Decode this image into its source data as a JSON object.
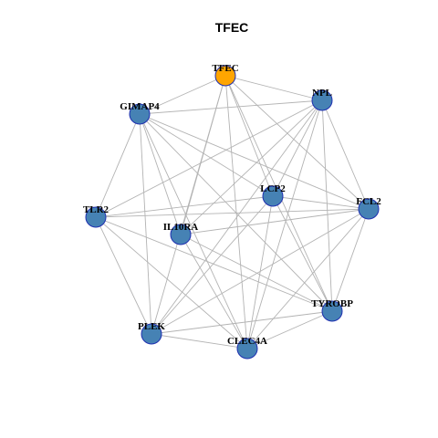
{
  "title": "TFEC",
  "colors": {
    "highlight_node": "#FFA500",
    "default_node": "#4682B4",
    "node_border": "#1F2FB0",
    "edge": "#B3B3B3"
  },
  "network": {
    "nodes": [
      {
        "id": "TFEC",
        "label": "TFEC",
        "highlight": true
      },
      {
        "id": "NPL",
        "label": "NPL",
        "highlight": false
      },
      {
        "id": "GIMAP4",
        "label": "GIMAP4",
        "highlight": false
      },
      {
        "id": "LCP2",
        "label": "LCP2",
        "highlight": false
      },
      {
        "id": "FCL2",
        "label": "FCL2",
        "highlight": false
      },
      {
        "id": "TLR2",
        "label": "TLR2",
        "highlight": false
      },
      {
        "id": "IL10RA",
        "label": "IL10RA",
        "highlight": false
      },
      {
        "id": "TYROBP",
        "label": "TYROBP",
        "highlight": false
      },
      {
        "id": "PLEK",
        "label": "PLEK",
        "highlight": false
      },
      {
        "id": "CLEC4A",
        "label": "CLEC4A",
        "highlight": false
      }
    ],
    "edges": [
      [
        "TFEC",
        "GIMAP4"
      ],
      [
        "TFEC",
        "NPL"
      ],
      [
        "TFEC",
        "LCP2"
      ],
      [
        "TFEC",
        "FCL2"
      ],
      [
        "TFEC",
        "IL10RA"
      ],
      [
        "TFEC",
        "TYROBP"
      ],
      [
        "TFEC",
        "PLEK"
      ],
      [
        "TFEC",
        "CLEC4A"
      ],
      [
        "GIMAP4",
        "NPL"
      ],
      [
        "GIMAP4",
        "TLR2"
      ],
      [
        "GIMAP4",
        "LCP2"
      ],
      [
        "GIMAP4",
        "FCL2"
      ],
      [
        "GIMAP4",
        "IL10RA"
      ],
      [
        "GIMAP4",
        "TYROBP"
      ],
      [
        "GIMAP4",
        "PLEK"
      ],
      [
        "GIMAP4",
        "CLEC4A"
      ],
      [
        "NPL",
        "TLR2"
      ],
      [
        "NPL",
        "LCP2"
      ],
      [
        "NPL",
        "FCL2"
      ],
      [
        "NPL",
        "IL10RA"
      ],
      [
        "NPL",
        "TYROBP"
      ],
      [
        "NPL",
        "PLEK"
      ],
      [
        "NPL",
        "CLEC4A"
      ],
      [
        "LCP2",
        "TLR2"
      ],
      [
        "LCP2",
        "FCL2"
      ],
      [
        "LCP2",
        "TYROBP"
      ],
      [
        "LCP2",
        "PLEK"
      ],
      [
        "LCP2",
        "CLEC4A"
      ],
      [
        "FCL2",
        "TLR2"
      ],
      [
        "FCL2",
        "IL10RA"
      ],
      [
        "FCL2",
        "TYROBP"
      ],
      [
        "FCL2",
        "PLEK"
      ],
      [
        "FCL2",
        "CLEC4A"
      ],
      [
        "TLR2",
        "PLEK"
      ],
      [
        "TLR2",
        "CLEC4A"
      ],
      [
        "TLR2",
        "TYROBP"
      ],
      [
        "IL10RA",
        "CLEC4A"
      ],
      [
        "IL10RA",
        "TYROBP"
      ],
      [
        "PLEK",
        "CLEC4A"
      ],
      [
        "PLEK",
        "TYROBP"
      ],
      [
        "TYROBP",
        "CLEC4A"
      ]
    ]
  }
}
